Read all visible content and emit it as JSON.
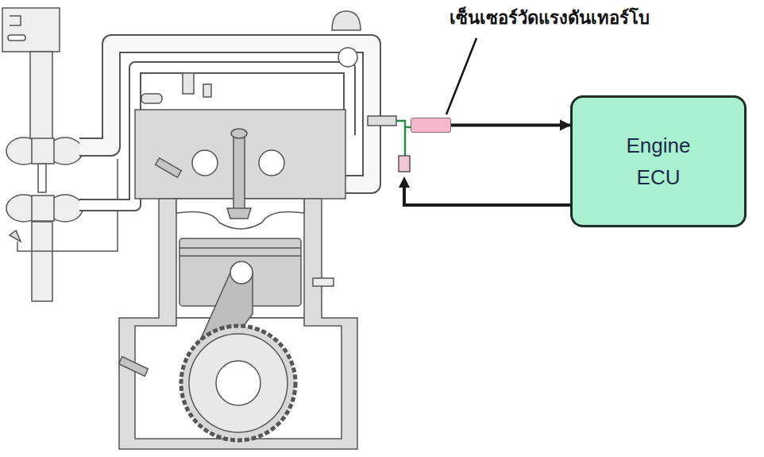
{
  "diagram": {
    "nodes": [
      {
        "text": [
          "เซ็นเซอร์วัดแรงดันเทอร์โบ"
        ]
      },
      {
        "text": [
          "Engine ECU"
        ]
      }
    ],
    "edges": [
      {
        "from": 0,
        "to": 1,
        "arrow": "to"
      }
    ]
  }
}
